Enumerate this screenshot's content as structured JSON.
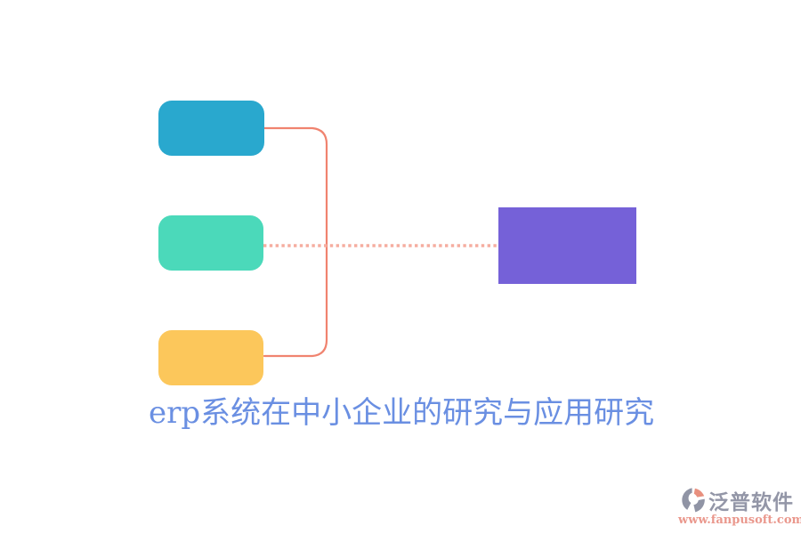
{
  "title": {
    "text": "erp系统在中小企业的研究与应用研究",
    "color": "#6A8FE2"
  },
  "diagram": {
    "nodes": [
      {
        "name": "branch-top",
        "color": "#29A8CE"
      },
      {
        "name": "branch-middle",
        "color": "#4BD9BA"
      },
      {
        "name": "branch-bottom",
        "color": "#FCC75B"
      },
      {
        "name": "main-topic",
        "color": "#7561D8"
      }
    ],
    "connector": {
      "solid_color": "#F0836F",
      "dotted_color": "#F5ADA0"
    }
  },
  "watermark": {
    "brand": "泛普软件",
    "url": "www.fanpusoft.com",
    "brand_color": "#9396A7",
    "url_color": "#EA988D",
    "icon": {
      "gray": "#9094A5",
      "salmon": "#E8907E"
    }
  }
}
